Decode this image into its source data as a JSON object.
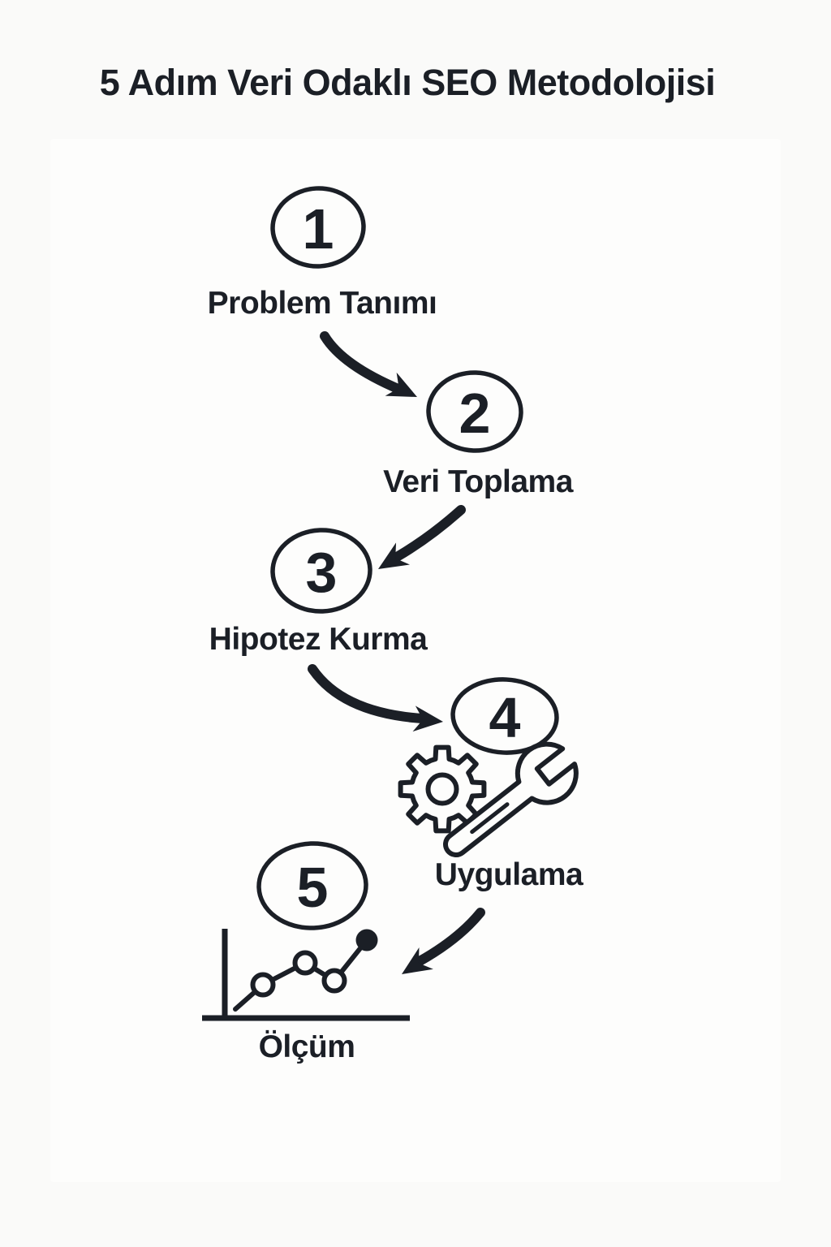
{
  "title": "5 Adım Veri Odaklı SEO Metodolojisi",
  "colors": {
    "ink": "#1b1f26",
    "background": "#fafaf9",
    "card": "#fdfdfc"
  },
  "steps": [
    {
      "number": "1",
      "label": "Problem Tanımı"
    },
    {
      "number": "2",
      "label": "Veri Toplama"
    },
    {
      "number": "3",
      "label": "Hipotez Kurma"
    },
    {
      "number": "4",
      "label": "Uygulama",
      "icon": "gear-wrench-icon"
    },
    {
      "number": "5",
      "label": "Ölçüm",
      "icon": "line-chart-icon"
    }
  ],
  "connectors": [
    {
      "from": "Problem Tanımı",
      "to": "2"
    },
    {
      "from": "Veri Toplama",
      "to": "3"
    },
    {
      "from": "Hipotez Kurma",
      "to": "4"
    },
    {
      "from": "Uygulama",
      "to": "5"
    }
  ]
}
